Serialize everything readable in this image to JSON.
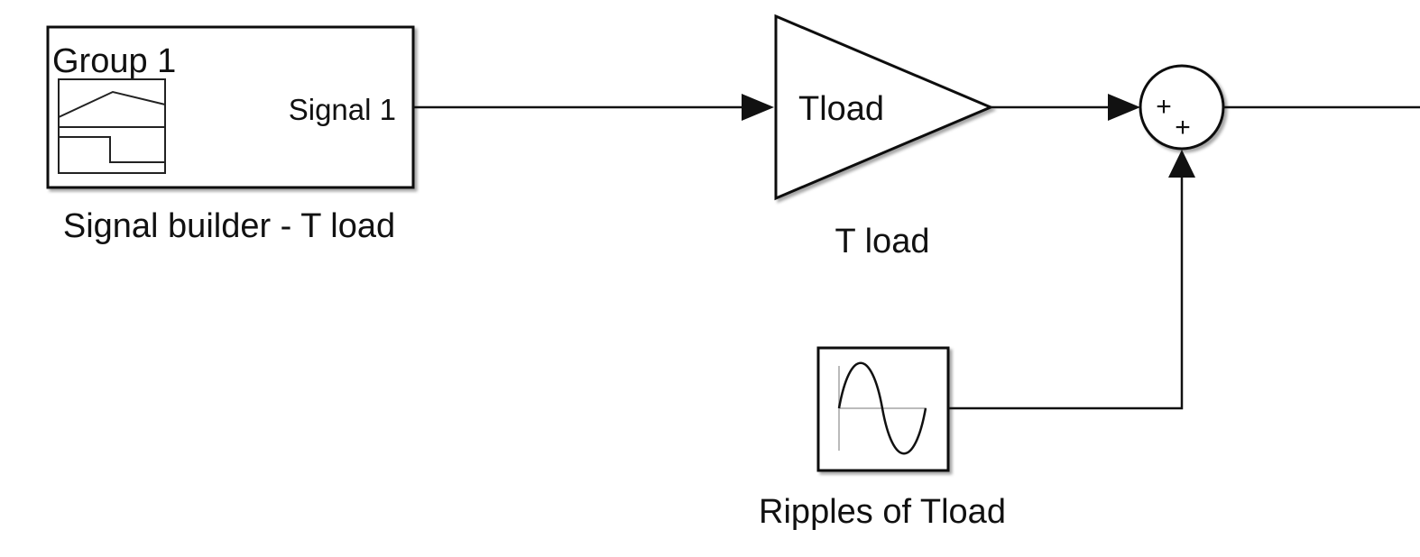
{
  "signal_builder": {
    "group_label": "Group 1",
    "port_label": "Signal 1",
    "caption": "Signal builder - T load"
  },
  "gain": {
    "inner_label": "Tload",
    "caption": "T load"
  },
  "sum": {
    "signs": [
      "+",
      "+"
    ]
  },
  "sine": {
    "caption": "Ripples of Tload"
  },
  "colors": {
    "stroke": "#111111",
    "block_fill": "#ffffff",
    "axis": "#bbbbbb"
  }
}
